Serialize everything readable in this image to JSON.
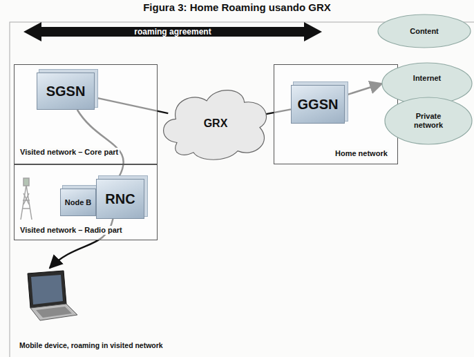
{
  "diagram": {
    "title": "Figura 3: Home Roaming usando GRX",
    "nodes": [
      {
        "text": [
          "Visited network – Core part"
        ]
      },
      {
        "text": [
          "SGSN"
        ],
        "in": 0
      },
      {
        "text": [
          "GRX"
        ]
      },
      {
        "text": [
          "Home network"
        ]
      },
      {
        "text": [
          "GGSN"
        ],
        "in": 3
      },
      {
        "text": [
          "Content"
        ]
      },
      {
        "text": [
          "Internet"
        ]
      },
      {
        "text": [
          "Private network"
        ]
      },
      {
        "text": [
          "Visited network – Radio part"
        ]
      },
      {
        "text": [
          "Node B"
        ],
        "in": 8
      },
      {
        "text": [
          "RNC"
        ],
        "in": 8
      },
      {
        "text": [
          "Mobile device, roaming in visited network"
        ]
      }
    ],
    "edges": [
      {
        "from": 1,
        "to": 2,
        "arrow": "none"
      },
      {
        "from": 2,
        "to": 4,
        "arrow": "none"
      },
      {
        "from": 1,
        "to": 10,
        "arrow": "none"
      },
      {
        "from": 4,
        "to": 6,
        "arrow": "to"
      },
      {
        "from": 10,
        "to": 11,
        "arrow": "to"
      }
    ],
    "labels": [
      "roaming agreement"
    ]
  }
}
